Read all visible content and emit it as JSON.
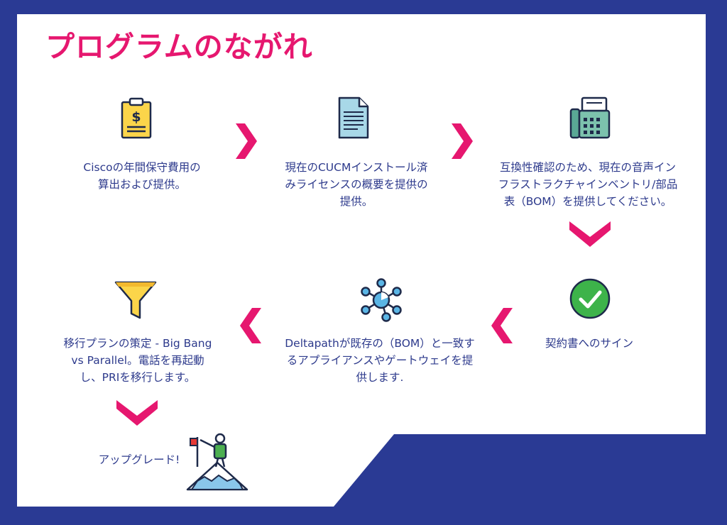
{
  "title": "プログラムのながれ",
  "colors": {
    "navy": "#2a3a94",
    "accent": "#e6176f",
    "text": "#2d3a8c"
  },
  "steps": [
    {
      "icon": "invoice-clipboard-icon",
      "text": "Ciscoの年間保守費用の\n算出および提供。"
    },
    {
      "icon": "document-icon",
      "text": "現在のCUCMインストール済\nみライセンスの概要を提供の\n提供。"
    },
    {
      "icon": "desk-phone-icon",
      "text": "互換性確認のため、現在の音声イン\nフラストラクチャインベントリ/部品\n表（BOM）を提供してください。"
    },
    {
      "icon": "checkmark-circle-icon",
      "text": "契約書へのサイン"
    },
    {
      "icon": "network-hub-icon",
      "text": "Deltapathが既存の（BOM）と一致す\nるアプライアンスやゲートウェイを提\n供します."
    },
    {
      "icon": "funnel-icon",
      "text": "移行プランの策定 -  Big Bang\nvs Parallel。電話を再起動\nし、PRIを移行します。"
    },
    {
      "icon": "mountain-summit-icon",
      "text": "アップグレード!"
    }
  ]
}
